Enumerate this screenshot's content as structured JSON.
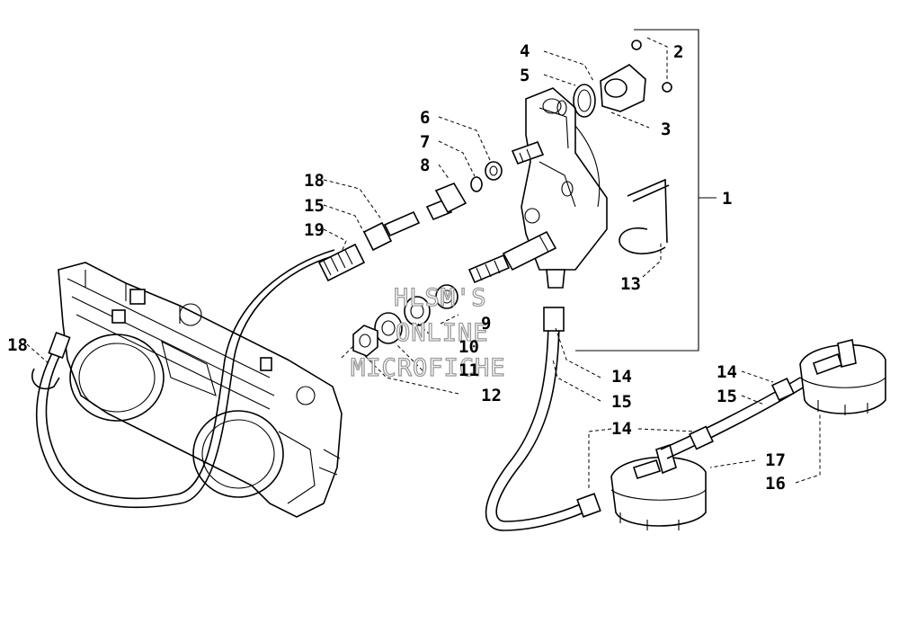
{
  "watermark": {
    "line1": "HLSM'S",
    "line2": "ONLINE",
    "line3": "MICROFICHE"
  },
  "callouts": [
    {
      "id": "c1",
      "text": "1"
    },
    {
      "id": "c2",
      "text": "2"
    },
    {
      "id": "c3",
      "text": "3"
    },
    {
      "id": "c4",
      "text": "4"
    },
    {
      "id": "c5",
      "text": "5"
    },
    {
      "id": "c6",
      "text": "6"
    },
    {
      "id": "c7",
      "text": "7"
    },
    {
      "id": "c8",
      "text": "8"
    },
    {
      "id": "c9",
      "text": "9"
    },
    {
      "id": "c10",
      "text": "10"
    },
    {
      "id": "c11",
      "text": "11"
    },
    {
      "id": "c12",
      "text": "12"
    },
    {
      "id": "c13",
      "text": "13"
    },
    {
      "id": "c14a",
      "text": "14"
    },
    {
      "id": "c15a",
      "text": "15"
    },
    {
      "id": "c14b",
      "text": "14"
    },
    {
      "id": "c14c",
      "text": "14"
    },
    {
      "id": "c15b",
      "text": "15"
    },
    {
      "id": "c17",
      "text": "17"
    },
    {
      "id": "c16",
      "text": "16"
    },
    {
      "id": "c18a",
      "text": "18"
    },
    {
      "id": "c15c",
      "text": "15"
    },
    {
      "id": "c19",
      "text": "19"
    },
    {
      "id": "c18b",
      "text": "18"
    }
  ],
  "colors": {
    "line": "#000000",
    "background": "#ffffff",
    "watermark_stroke": "#9a9a9a"
  }
}
